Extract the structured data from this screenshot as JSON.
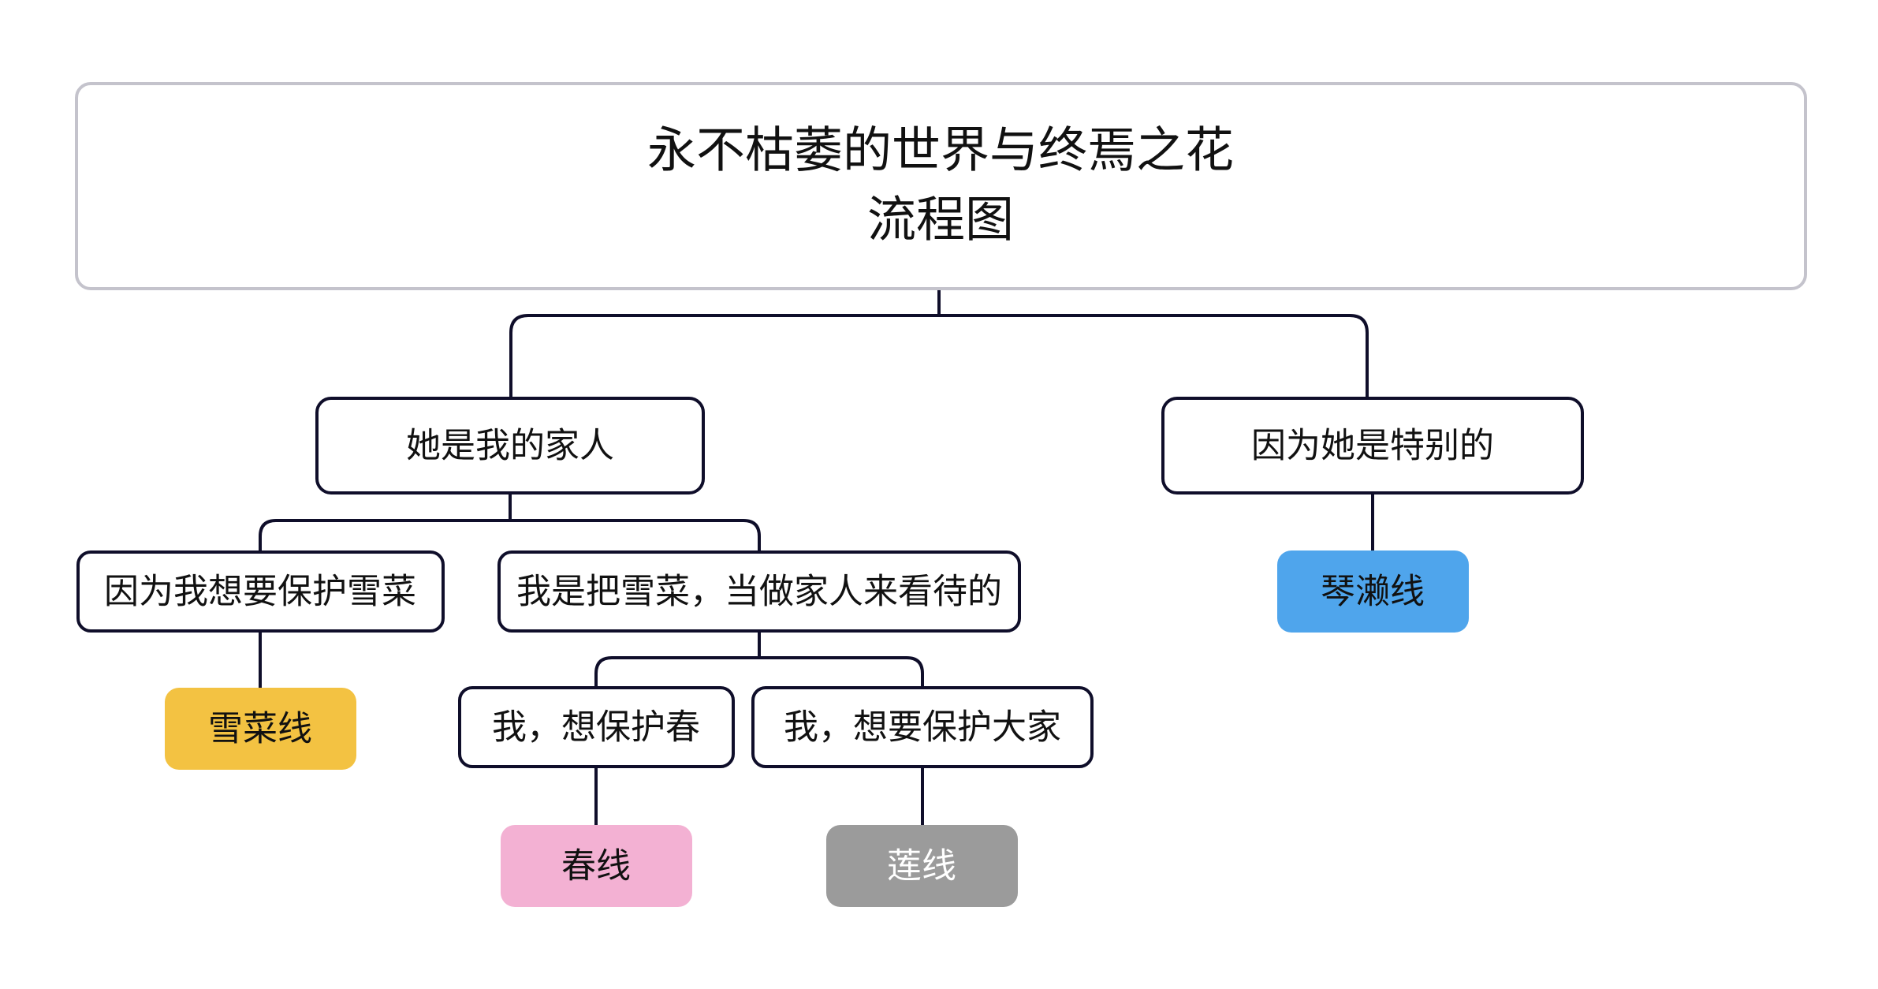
{
  "title": {
    "line1": "永不枯萎的世界与终焉之花",
    "line2": "流程图"
  },
  "nodes": {
    "family": "她是我的家人",
    "special": "因为她是特别的",
    "protect_yukina": "因为我想要保护雪菜",
    "treat_yukina": "我是把雪菜，当做家人来看待的",
    "protect_haru": "我，想保护春",
    "protect_all": "我，想要保护大家"
  },
  "routes": {
    "yukina": "雪菜线",
    "kotose": "琴濑线",
    "haru": "春线",
    "ren": "莲线"
  },
  "colors": {
    "yukina": "#f3c242",
    "kotose": "#4fa5ec",
    "haru": "#f3b1d3",
    "ren": "#9b9b9b",
    "border": "#0f0e2a",
    "root_border": "#c4c3cc"
  }
}
